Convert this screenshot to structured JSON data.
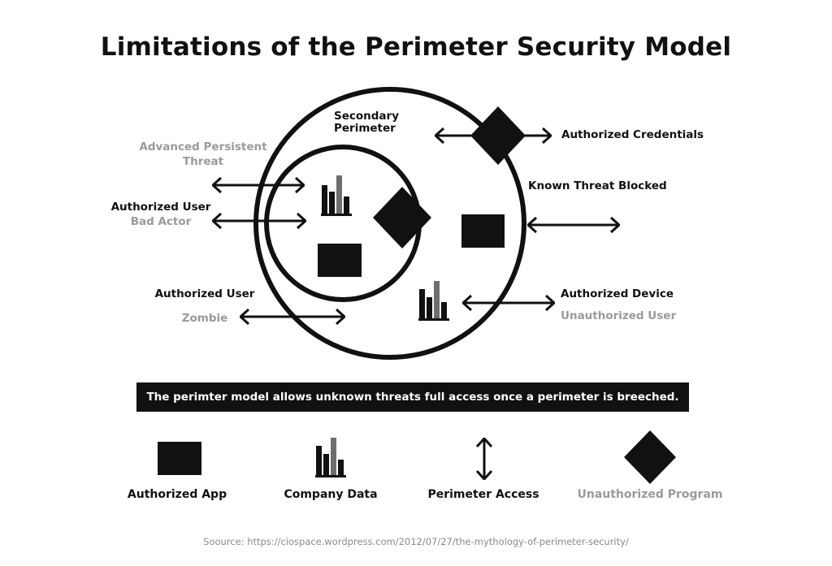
{
  "title": "Limitations of the Perimeter Security Model",
  "diagram": {
    "outer_perimeter_label": "",
    "secondary_perimeter_label_line1": "Secondary",
    "secondary_perimeter_label_line2": "Perimeter",
    "labels": {
      "apt_line1": "Advanced Persistent",
      "apt_line2": "Threat",
      "authorized_user_1": "Authorized User",
      "bad_actor": "Bad Actor",
      "authorized_user_2": "Authorized User",
      "zombie": "Zombie",
      "authorized_credentials": "Authorized Credentials",
      "known_threat_blocked": "Known Threat Blocked",
      "authorized_device": "Authorized Device",
      "unauthorized_user": "Unauthorized User"
    }
  },
  "banner": "The perimter model allows unknown threats full access once a perimeter is breeched.",
  "legend": {
    "authorized_app": "Authorized App",
    "company_data": "Company Data",
    "perimeter_access": "Perimeter Access",
    "unauthorized_program": "Unauthorized Program"
  },
  "source": "Soource: https://ciospace.wordpress.com/2012/07/27/the-mythology-of-perimeter-security/",
  "colors": {
    "ink": "#111111",
    "muted_label": "#9a9a9a",
    "bar_gray": "#6e6e6e",
    "banner_bg": "#111111",
    "banner_text": "#ffffff"
  },
  "icons": [
    "square-app-icon",
    "bar-chart-data-icon",
    "double-arrow-access-icon",
    "diamond-program-icon"
  ]
}
